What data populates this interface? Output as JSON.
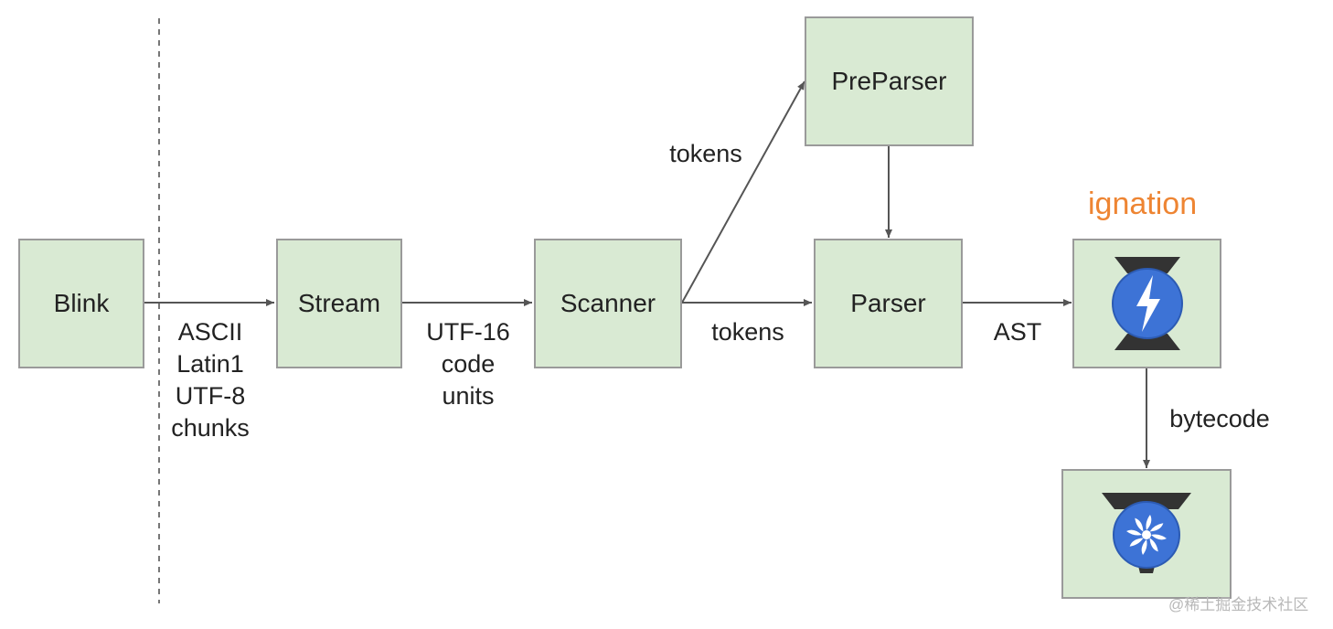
{
  "nodes": {
    "blink": "Blink",
    "stream": "Stream",
    "scanner": "Scanner",
    "preparser": "PreParser",
    "parser": "Parser"
  },
  "edges": {
    "blink_stream": [
      "ASCII",
      "Latin1",
      "UTF-8",
      "chunks"
    ],
    "stream_scanner": [
      "UTF-16",
      "code",
      "units"
    ],
    "scanner_preparser": "tokens",
    "scanner_parser": "tokens",
    "parser_ignition": "AST",
    "ignition_turbofan": "bytecode"
  },
  "ignition_label": "ignation",
  "watermark": "@稀土掘金技术社区",
  "colors": {
    "box_fill": "#d9ead3",
    "box_border": "#9a9a9a",
    "accent_label": "#ee8533",
    "logo_blue": "#3d73d6"
  },
  "icons": [
    "ignition-logo-icon",
    "turbofan-logo-icon"
  ]
}
